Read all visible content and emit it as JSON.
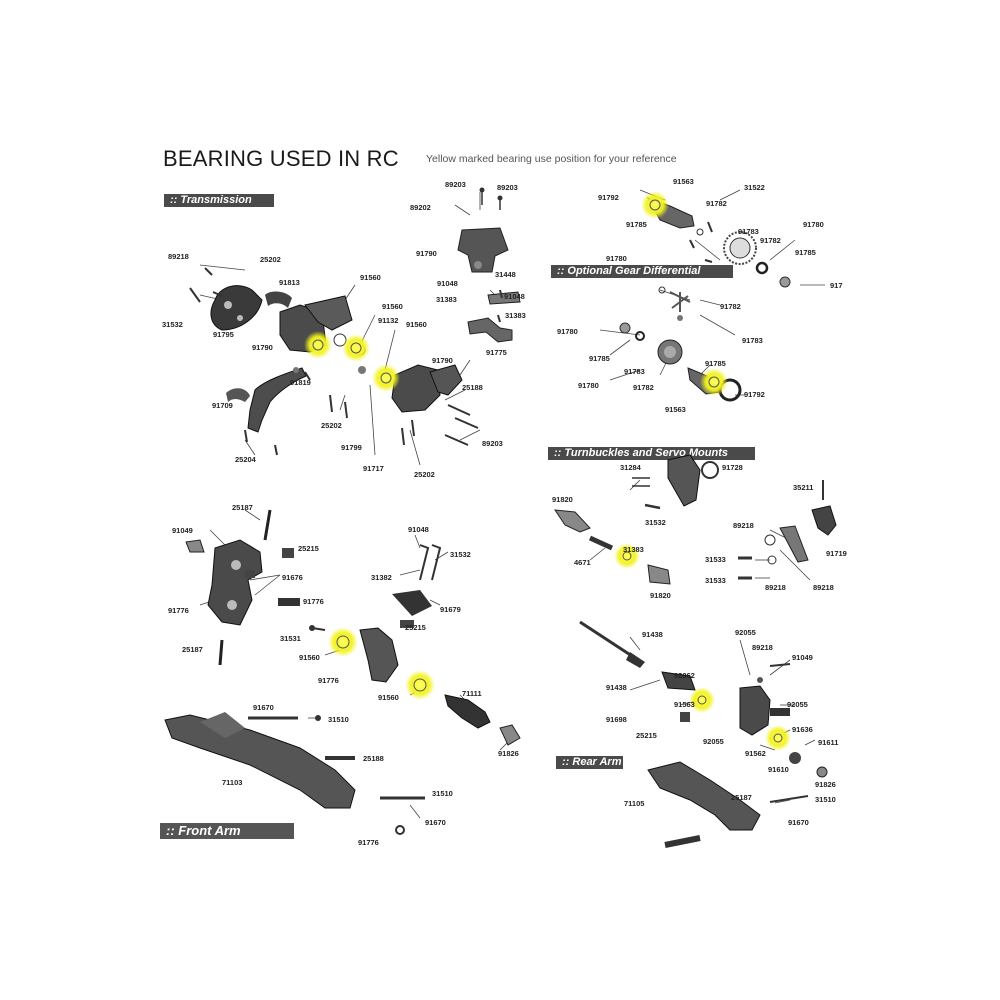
{
  "title": "BEARING USED IN RC",
  "subtitle": "Yellow marked bearing use position for your reference",
  "highlight_color": "#f2f21a",
  "sections": {
    "transmission": ":: Transmission",
    "gear_differential": ":: Optional Gear Differential",
    "turnbuckles": ":: Turnbuckles and Servo Mounts",
    "front_arm": ":: Front Arm",
    "rear_arm": ":: Rear Arm"
  },
  "part_labels": {
    "transmission": [
      "89203",
      "89203",
      "89202",
      "91790",
      "89218",
      "25202",
      "91813",
      "31532",
      "91795",
      "91790",
      "91560",
      "91132",
      "91560",
      "91560",
      "91048",
      "31448",
      "31383",
      "91048",
      "31383",
      "91775",
      "91790",
      "25188",
      "91819",
      "91709",
      "25202",
      "89203",
      "25204",
      "91799",
      "91717",
      "25202"
    ],
    "gear_differential": [
      "91792",
      "91563",
      "31522",
      "91785",
      "91782",
      "91783",
      "91780",
      "91782",
      "91785",
      "91780",
      "917",
      "91782",
      "91780",
      "91783",
      "91785",
      "91780",
      "91783",
      "91782",
      "91785",
      "91563",
      "91792"
    ],
    "turnbuckles": [
      "31284",
      "91728",
      "35211",
      "91820",
      "31532",
      "89218",
      "31383",
      "4671",
      "91820",
      "91719",
      "31533",
      "31533",
      "89218",
      "89218"
    ],
    "front_arm": [
      "25187",
      "91049",
      "25215",
      "91676",
      "91776",
      "91776",
      "25187",
      "91048",
      "31532",
      "31382",
      "91679",
      "25215",
      "31531",
      "91560",
      "91776",
      "91560",
      "71111",
      "91670",
      "31510",
      "91826",
      "25188",
      "71103",
      "31510",
      "91670",
      "91776"
    ],
    "rear_arm": [
      "91438",
      "92055",
      "89218",
      "91049",
      "92062",
      "91438",
      "91563",
      "92055",
      "91698",
      "25215",
      "92055",
      "91636",
      "91562",
      "91611",
      "91610",
      "91826",
      "25187",
      "71105",
      "31510",
      "91670"
    ]
  }
}
